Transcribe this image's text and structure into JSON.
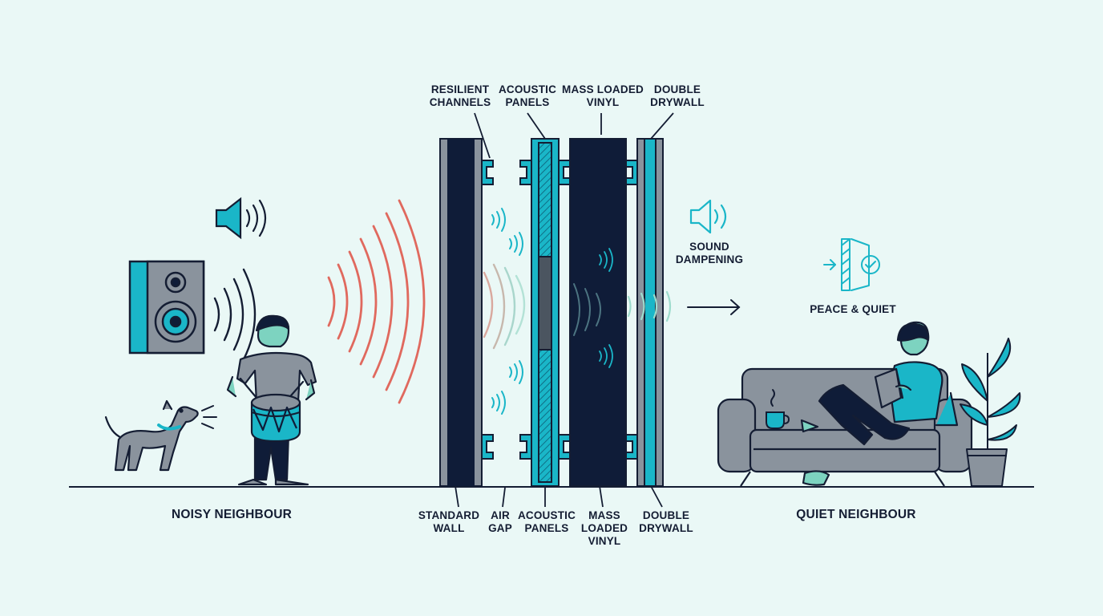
{
  "colors": {
    "background": "#eaf8f6",
    "ink": "#141d33",
    "teal": "#1ab6c8",
    "grey": "#8a939d",
    "navy": "#0f1c38",
    "noise": "#e0695e",
    "mint": "#7dd3c0"
  },
  "labels": {
    "top": {
      "resilient_channels": [
        "RESILIENT",
        "CHANNELS"
      ],
      "acoustic_panels": [
        "ACOUSTIC",
        "PANELS"
      ],
      "mass_loaded_vinyl": [
        "MASS LOADED",
        "VINYL"
      ],
      "double_drywall": [
        "DOUBLE",
        "DRYWALL"
      ]
    },
    "bottom": {
      "standard_wall": [
        "STANDARD",
        "WALL"
      ],
      "air_gap": [
        "AIR",
        "GAP"
      ],
      "acoustic_panels": [
        "ACOUSTIC",
        "PANELS"
      ],
      "mass_loaded_vinyl": [
        "MASS",
        "LOADED",
        "VINYL"
      ],
      "double_drywall": [
        "DOUBLE",
        "DRYWALL"
      ]
    },
    "sound_dampening": [
      "SOUND",
      "DAMPENING"
    ],
    "peace_quiet": "PEACE & QUIET",
    "noisy_neighbour": "NOISY NEIGHBOUR",
    "quiet_neighbour": "QUIET NEIGHBOUR"
  },
  "icons": {
    "speaker": "speaker-volume-icon",
    "loudspeaker": "loudspeaker-box",
    "door": "door-check-icon",
    "arrow": "arrow-right-icon",
    "cup": "coffee-cup-icon",
    "plant": "potted-plant-icon"
  }
}
